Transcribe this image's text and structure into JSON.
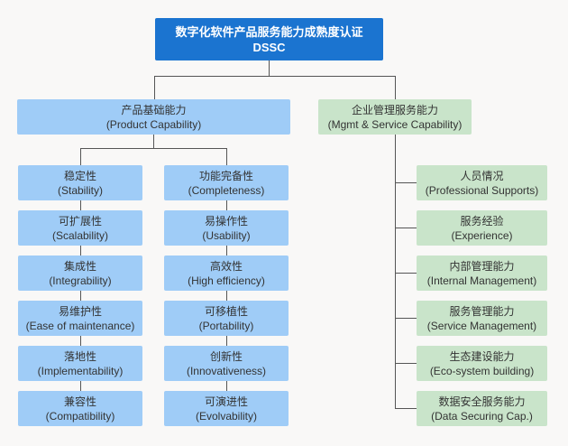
{
  "diagram": {
    "root": {
      "cn": "数字化软件产品服务能力成熟度认证",
      "en": "DSSC"
    },
    "product": {
      "cn": "产品基础能力",
      "en": "(Product Capability)"
    },
    "mgmt": {
      "cn": "企业管理服务能力",
      "en": "(Mgmt & Service Capability)"
    },
    "product_col1": [
      {
        "cn": "稳定性",
        "en": "(Stability)"
      },
      {
        "cn": "可扩展性",
        "en": "(Scalability)"
      },
      {
        "cn": "集成性",
        "en": "(Integrability)"
      },
      {
        "cn": "易维护性",
        "en": "(Ease of maintenance)"
      },
      {
        "cn": "落地性",
        "en": "(Implementability)"
      },
      {
        "cn": "兼容性",
        "en": "(Compatibility)"
      }
    ],
    "product_col2": [
      {
        "cn": "功能完备性",
        "en": "(Completeness)"
      },
      {
        "cn": "易操作性",
        "en": "(Usability)"
      },
      {
        "cn": "高效性",
        "en": "(High efficiency)"
      },
      {
        "cn": "可移植性",
        "en": "(Portability)"
      },
      {
        "cn": "创新性",
        "en": "(Innovativeness)"
      },
      {
        "cn": "可演进性",
        "en": "(Evolvability)"
      }
    ],
    "mgmt_items": [
      {
        "cn": "人员情况",
        "en": "(Professional Supports)"
      },
      {
        "cn": "服务经验",
        "en": "(Experience)"
      },
      {
        "cn": "内部管理能力",
        "en": "(Internal Management)"
      },
      {
        "cn": "服务管理能力",
        "en": "(Service Management)"
      },
      {
        "cn": "生态建设能力",
        "en": "(Eco-system building)"
      },
      {
        "cn": "数据安全服务能力",
        "en": "(Data Securing Cap.)"
      }
    ],
    "colors": {
      "root_bg": "#1b74d0",
      "root_text": "#ffffff",
      "product_bg": "#9fccf7",
      "mgmt_bg": "#c9e4ca",
      "node_text": "#333333",
      "connector": "#555555",
      "background": "#f9f8f7"
    }
  }
}
